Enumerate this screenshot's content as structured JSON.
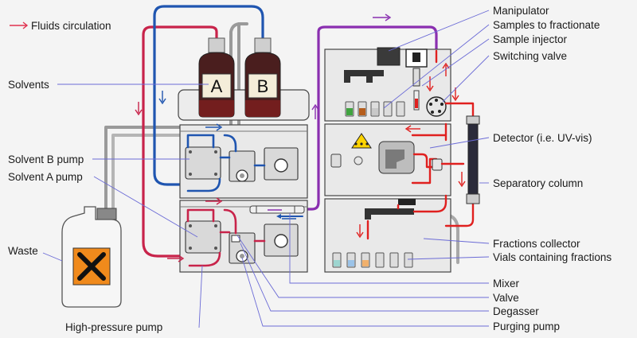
{
  "legend": {
    "text": "Fluids circulation",
    "arrow_color": "#e0324f"
  },
  "bottles": {
    "a": "A",
    "b": "B"
  },
  "labels": {
    "left": {
      "solvents": "Solvents",
      "solvent_b_pump": "Solvent B pump",
      "solvent_a_pump": "Solvent A pump",
      "waste": "Waste",
      "high_pressure_pump": "High-pressure pump"
    },
    "right": {
      "manipulator": "Manipulator",
      "samples_to_fractionate": "Samples to fractionate",
      "sample_injector": "Sample injector",
      "switching_valve": "Switching valve",
      "detector": "Detector (i.e. UV-vis)",
      "separatory_column": "Separatory column",
      "fractions_collector": "Fractions collector",
      "vials_containing_fractions": "Vials containing fractions",
      "mixer": "Mixer",
      "valve": "Valve",
      "degasser": "Degasser",
      "purging_pump": "Purging pump"
    }
  },
  "colors": {
    "solvent_a_line": "#c8234a",
    "solvent_b_line": "#1f55b0",
    "mixed_line": "#8a2fb0",
    "flow_red": "#e0201f",
    "waste_gray": "#a8a8a8",
    "bottle_glass": "#4a1e1e",
    "hazard_orange": "#f08a1c"
  }
}
